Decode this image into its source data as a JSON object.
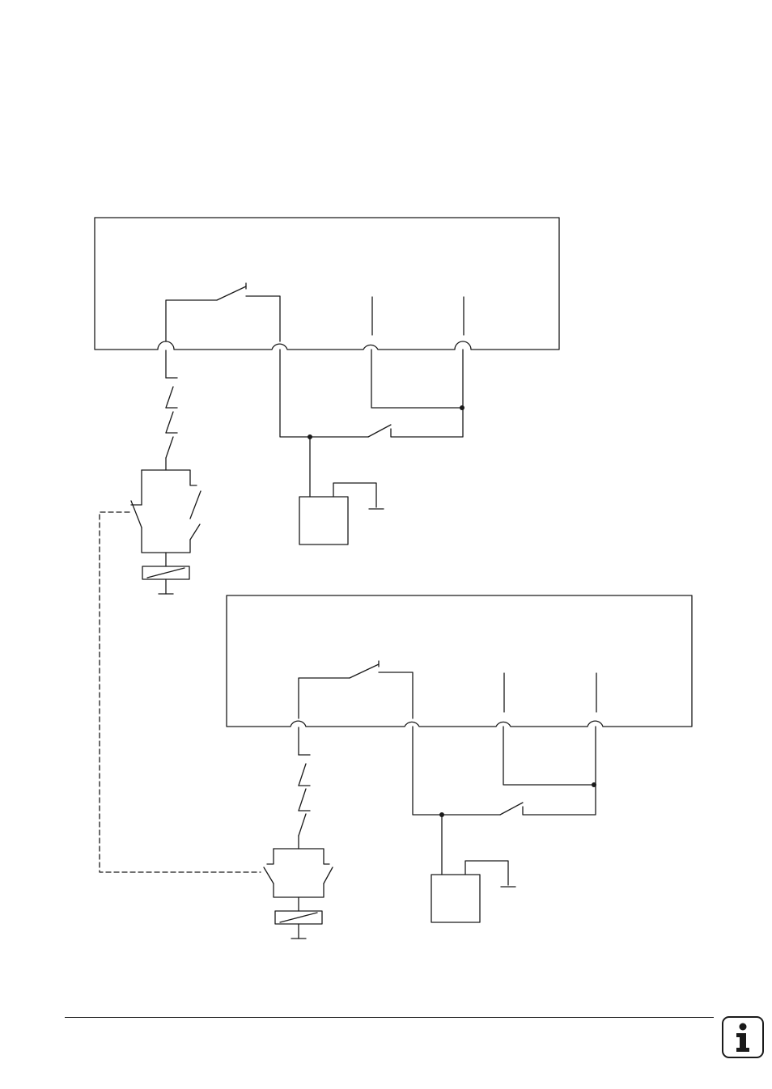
{
  "diagram": {
    "kind": "schematic",
    "units": [
      {
        "id": "upper-unit"
      },
      {
        "id": "lower-unit"
      }
    ],
    "colors": {
      "line": "#1a1a1a",
      "background": "#ffffff"
    }
  },
  "footer": {
    "icon": "info-icon"
  }
}
